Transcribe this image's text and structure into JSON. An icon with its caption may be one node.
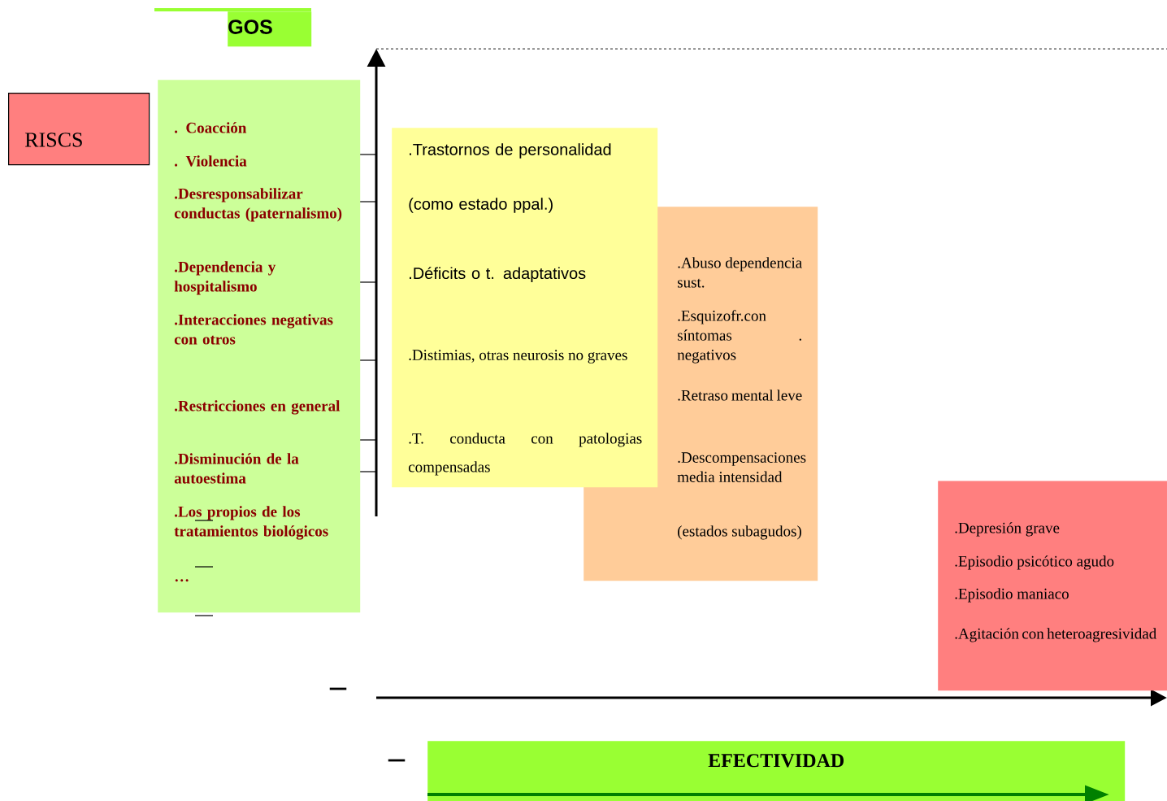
{
  "diagram": {
    "nodes": [
      {
        "text": [
          "RISCS"
        ]
      },
      {
        "text": [
          "GOS"
        ]
      },
      {
        "text": [
          ".  Coacción",
          ".  Violencia",
          ".Desresponsabilizar conductas (paternalismo)",
          ".Dependencia y hospitalismo",
          ".Interacciones negativas con  otros",
          ".Restricciones en general",
          ".Disminución de la autoestima",
          ".Los propios de los tratamientos biológicos",
          "…"
        ]
      },
      {
        "text": [
          ".Abuso dependencia sust.",
          ".Esquizofr.con síntomas . negativos",
          ".Retraso mental leve",
          ".Descompensaciones media intensidad",
          "(estados subagudos)"
        ]
      },
      {
        "text": [
          ".Trastornos de personalidad",
          "(como estado ppal.)",
          ".Déficits o t. adaptativos",
          ".Distimias, otras neurosis no graves",
          ".T. conducta con patologias compensadas"
        ]
      },
      {
        "text": [
          ".Depresión grave",
          ".Episodio psicótico agudo",
          ".Episodio maniaco",
          ".Agitación con heteroagresividad"
        ]
      },
      {
        "text": [
          "EFECTIVIDAD"
        ]
      }
    ],
    "labels": [
      "–",
      "–"
    ]
  }
}
